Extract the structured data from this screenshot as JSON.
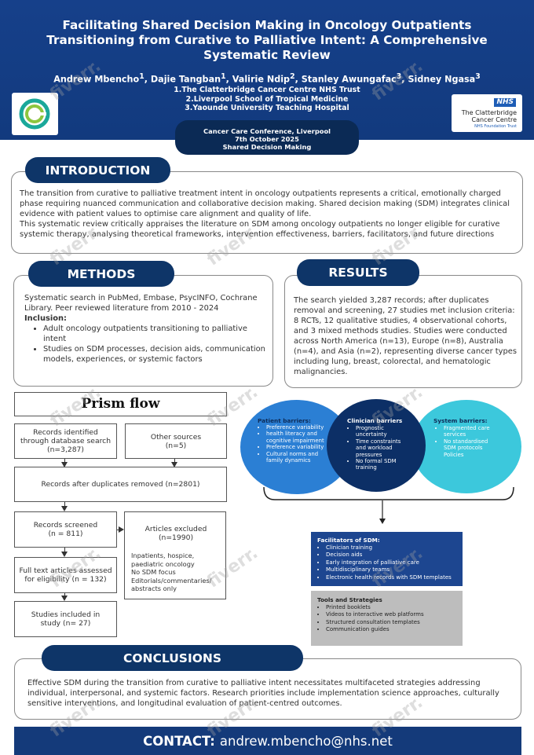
{
  "header": {
    "title_lines": [
      "Facilitating Shared Decision Making in Oncology Outpatients",
      "Transitioning from Curative to Palliative Intent: A Comprehensive",
      "Systematic Review"
    ],
    "authors": [
      {
        "name": "Andrew Mbencho",
        "sup": "1"
      },
      {
        "name": "Dajie Tangban",
        "sup": "1"
      },
      {
        "name": "Valirie Ndip",
        "sup": "2"
      },
      {
        "name": "Stanley Awungafac",
        "sup": "3"
      },
      {
        "name": "Sidney Ngasa",
        "sup": "3"
      }
    ],
    "affiliations": [
      "1.The Clatterbridge Cancer Centre NHS Trust",
      "2.Liverpool School of Tropical Medicine",
      "3.Yaounde University Teaching Hospital"
    ],
    "logo_right": {
      "badge": "NHS",
      "name_lines": [
        "The Clatterbridge",
        "Cancer Centre"
      ],
      "subtitle": "NHS Foundation Trust"
    },
    "conference": [
      "Cancer Care Conference, Liverpool",
      "7th October 2025",
      "Shared Decision Making"
    ]
  },
  "introduction": {
    "heading": "INTRODUCTION",
    "paragraphs": [
      "The transition from curative to palliative treatment intent in oncology outpatients represents a critical, emotionally charged phase requiring nuanced communication and collaborative decision making. Shared decision making (SDM) integrates clinical evidence with patient values to optimise care alignment and quality of life.",
      "This systematic review critically appraises the literature on SDM among oncology outpatients no longer eligible for curative systemic therapy, analysing theoretical frameworks, intervention effectiveness, barriers, facilitators, and future directions"
    ]
  },
  "methods": {
    "heading": "METHODS",
    "text": "Systematic search in PubMed, Embase, PsycINFO, Cochrane Library. Peer reviewed literature from 2010 - 2024",
    "inclusion_label": "Inclusion:",
    "inclusion": [
      "Adult oncology outpatients transitioning to palliative intent",
      "Studies on SDM processes, decision aids, communication models, experiences, or systemic factors"
    ]
  },
  "results": {
    "heading": "RESULTS",
    "text": "The search yielded 3,287 records; after duplicates removal and screening, 27 studies met inclusion criteria: 8 RCTs, 12 qualitative studies, 4 observational cohorts, and 3 mixed methods studies. Studies were conducted across North America (n=13), Europe (n=8), Australia (n=4), and Asia (n=2), representing diverse cancer types including lung, breast, colorectal, and hematologic malignancies."
  },
  "prisma": {
    "heading": "Prism flow",
    "identified": "Records identified through database search (n=3,287)",
    "other": "Other sources (n=5)",
    "after_dup": "Records after duplicates removed (n=2801)",
    "screened": "Records screened (n = 811)",
    "excluded_title": "Articles excluded (n=1990)",
    "excluded_reasons": [
      "Inpatients, hospice, paediatric oncology",
      "No SDM focus",
      "Editorials/commentaries/ abstracts only"
    ],
    "fulltext": "Full text articles assessed for eligibility (n = 132)",
    "included": "Studies included in study (n= 27)"
  },
  "barriers": {
    "patient": {
      "title": "Patient barriers:",
      "items": [
        "Preference variability",
        "health literacy and cognitive impairment",
        "Preference variability",
        "Cultural norms and family dynamics"
      ]
    },
    "clinician": {
      "title": "Clinician barriers",
      "items": [
        "Prognostic uncertainty",
        "Time constraints and workload pressures",
        "No formal SDM training"
      ]
    },
    "system": {
      "title": "System barriers:",
      "items": [
        "Fragmented care services",
        "No standardised SDM protocols Policies"
      ]
    }
  },
  "facilitators": {
    "title": "Facilitators of SDM:",
    "items": [
      "Clinician training",
      "Decision aids",
      "Early integration of palliative care",
      "Multidisciplinary teams",
      "Electronic health records with SDM templates"
    ]
  },
  "tools": {
    "title": "Tools and Strategies",
    "items": [
      "Printed booklets",
      "Videos to interactive web platforms",
      "Structured consultation templates",
      "Communication guides"
    ]
  },
  "conclusions": {
    "heading": "CONCLUSIONS",
    "text": "Effective SDM during the transition from curative to palliative intent necessitates multifaceted strategies addressing individual, interpersonal, and systemic factors. Research priorities include implementation science approaches, culturally sensitive interventions, and longitudinal evaluation of patient-centred outcomes."
  },
  "contact": {
    "label": "CONTACT:",
    "email": "andrew.mbencho@nhs.net"
  },
  "colors": {
    "navy": "#0e3568",
    "header_blue": "#16408a",
    "patient_blue": "#2b7fd4",
    "clinician_navy": "#0c2f66",
    "system_cyan": "#3cc8dc",
    "facilitator_blue": "#1d4690",
    "tools_grey": "#bdbdbd"
  },
  "watermark": "fiverr."
}
